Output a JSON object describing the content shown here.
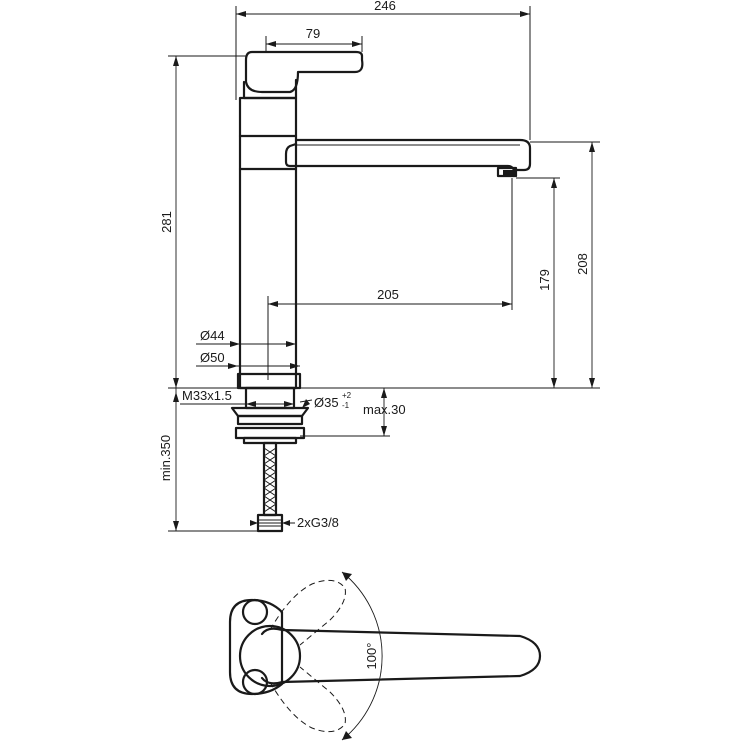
{
  "dimensions": {
    "total_width": "246",
    "handle_width": "79",
    "total_height": "281",
    "spout_height": "208",
    "outlet_height": "179",
    "spout_reach": "205",
    "diameter_44": "Ø44",
    "diameter_50": "Ø50",
    "thread": "M33x1.5",
    "hole_diameter": "Ø35",
    "hole_tol_plus": "+2",
    "hole_tol_minus": "-1",
    "max_deck": "max.30",
    "hose_length": "min.350",
    "connections": "2xG3/8",
    "rotation": "100°"
  }
}
